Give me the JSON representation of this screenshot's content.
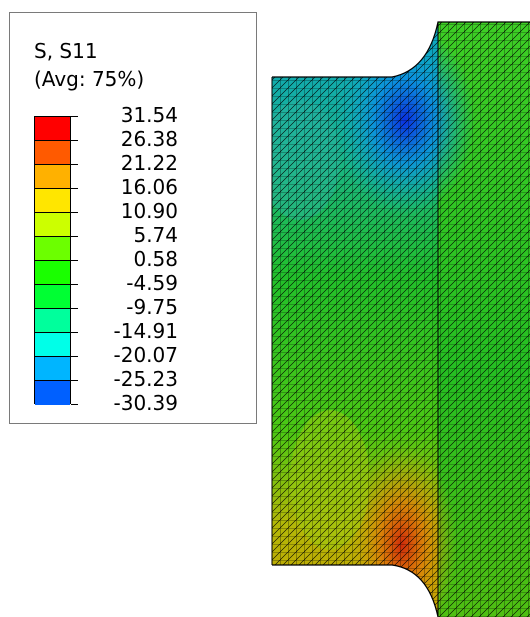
{
  "legend": {
    "title": "S, S11",
    "subtitle": "(Avg: 75%)",
    "values": [
      "31.54",
      "26.38",
      "21.22",
      "16.06",
      "10.90",
      "5.74",
      "0.58",
      "-4.59",
      "-9.75",
      "-14.91",
      "-20.07",
      "-25.23",
      "-30.39"
    ],
    "colors": [
      "#ff0000",
      "#ff5a00",
      "#ffb100",
      "#ffe600",
      "#ccff00",
      "#6cff00",
      "#1aff00",
      "#00ff33",
      "#00ff9c",
      "#00ffe8",
      "#00b5ff",
      "#0060ff",
      "#0000ff"
    ]
  },
  "model_colors": {
    "mesh_line": "#000000",
    "compression": "#1f7aff",
    "neutral": "#22c02a",
    "tension": "#d03a0a"
  }
}
